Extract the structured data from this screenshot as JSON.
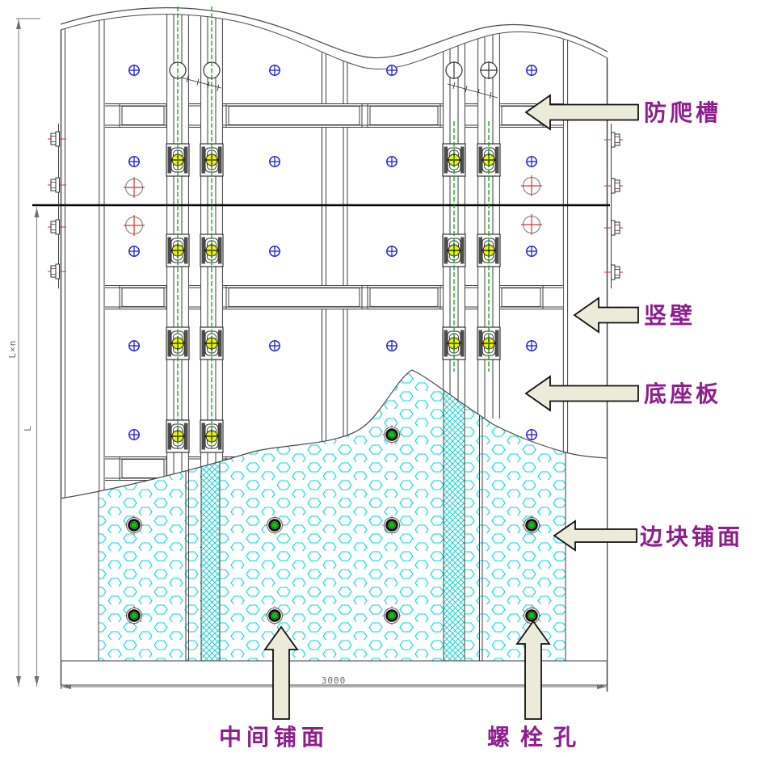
{
  "drawing": {
    "callouts": {
      "anti_climb_groove": "防爬槽",
      "vertical_wall": "竖壁",
      "base_plate": "底座板",
      "edge_block_paving": "边块铺面",
      "middle_paving": "中间铺面",
      "bolt_hole": "螺栓孔"
    },
    "dimensions": {
      "bottom_width": "3000",
      "total_height": "L×n",
      "section_height": "L"
    },
    "colors": {
      "callout_text": "#8e1d8e",
      "arrow_fill": "#ecead9",
      "paving_hex_cyan": "#00dede",
      "crosshatch_cyan": "#00cccc",
      "bolt_green": "#00cc00",
      "fastener_yellow": "#f0f000",
      "hole_blue": "#1414dc",
      "centerline_red": "#e03232",
      "guide_green": "#00a800",
      "line_dark": "#3c3c3c"
    }
  }
}
